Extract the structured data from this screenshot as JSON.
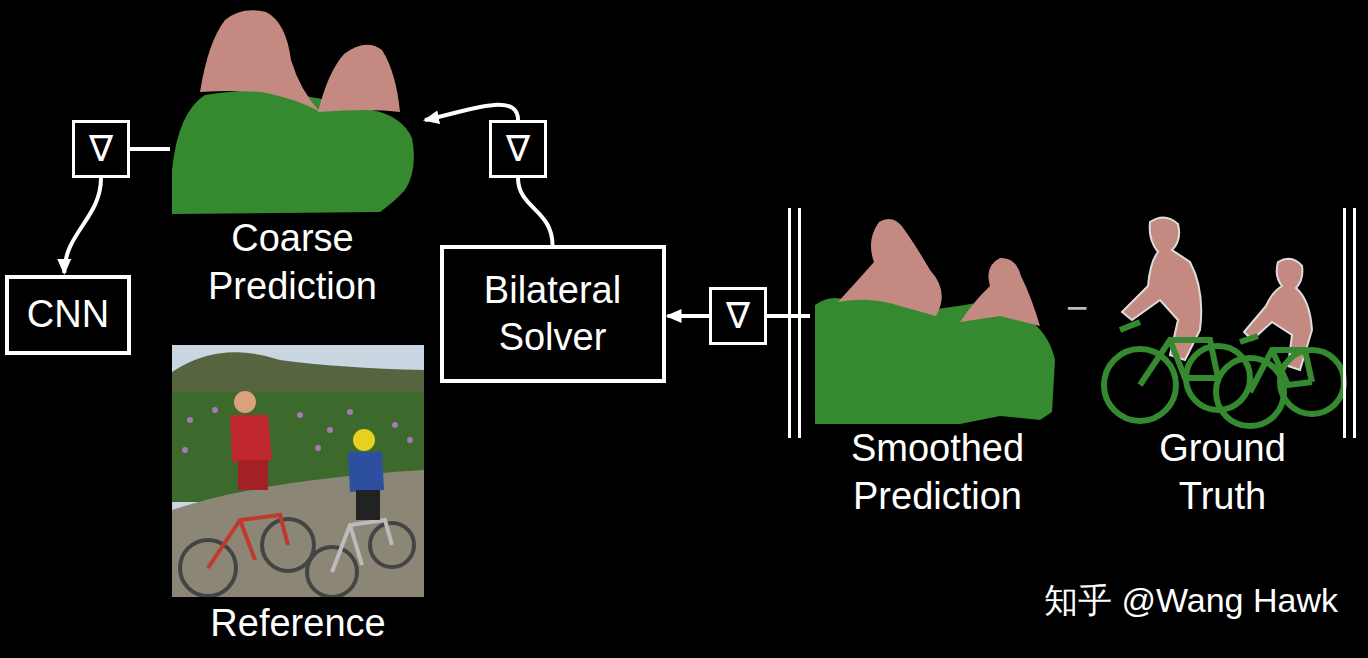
{
  "diagram": {
    "nodes": [
      {
        "text": [
          "Coarse Prediction"
        ]
      },
      {
        "text": [
          "∇"
        ]
      },
      {
        "text": [
          "∇"
        ]
      },
      {
        "text": [
          "CNN"
        ]
      },
      {
        "text": [
          "Bilateral Solver"
        ]
      },
      {
        "text": [
          "Reference"
        ]
      },
      {
        "text": [
          "∇"
        ]
      },
      {
        "text": [
          "Smoothed Prediction"
        ]
      },
      {
        "text": [
          "Ground Truth"
        ]
      }
    ],
    "edges": [
      {
        "from": 0,
        "to": 1,
        "arrow": "none"
      },
      {
        "from": 1,
        "to": 3,
        "arrow": "to"
      },
      {
        "from": 4,
        "to": 2,
        "arrow": "none"
      },
      {
        "from": 2,
        "to": 0,
        "arrow": "to"
      },
      {
        "from": 7,
        "to": 6,
        "arrow": "none"
      },
      {
        "from": 6,
        "to": 4,
        "arrow": "to"
      }
    ],
    "labels": [
      "−",
      "知乎 @Wang Hawk"
    ]
  }
}
